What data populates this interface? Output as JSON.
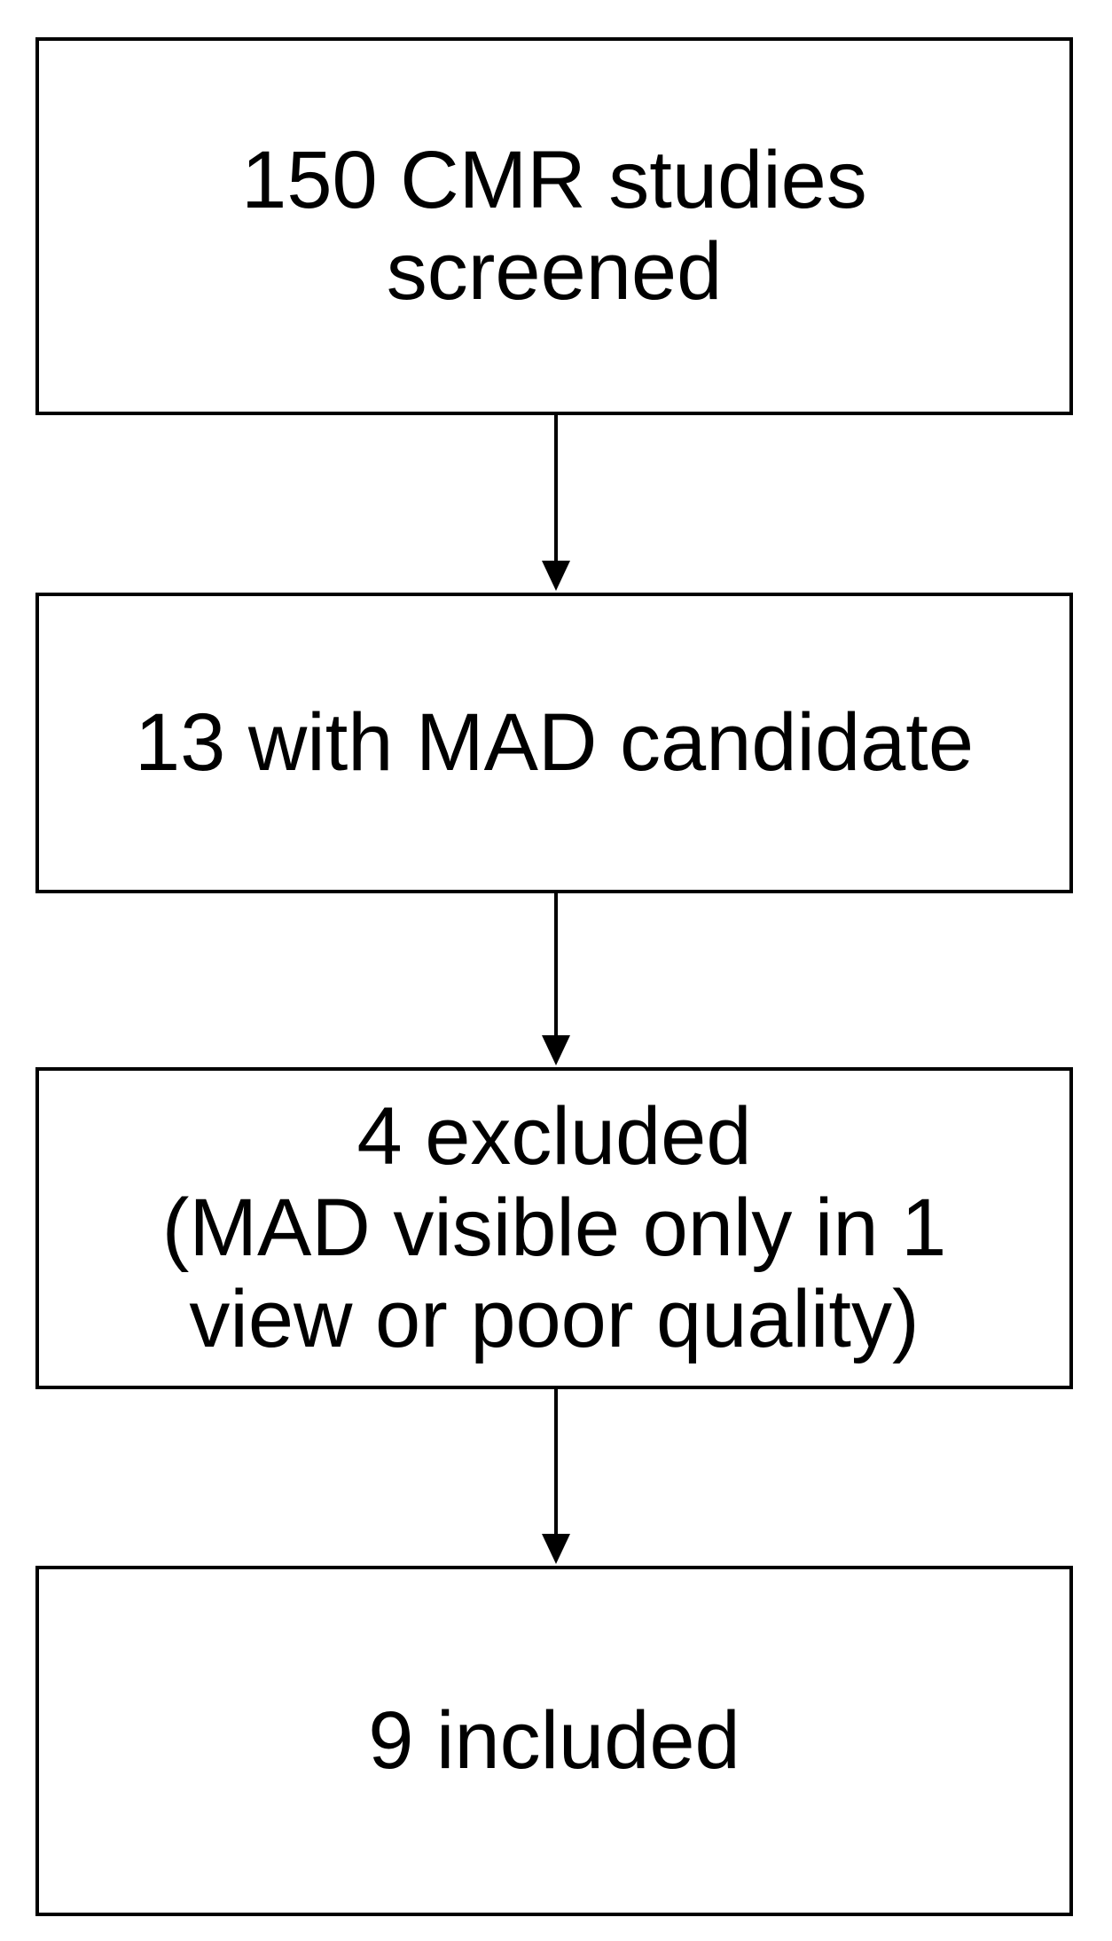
{
  "flowchart": {
    "steps": [
      {
        "lines": [
          "150 CMR studies",
          "screened"
        ]
      },
      {
        "lines": [
          "13 with MAD candidate"
        ]
      },
      {
        "lines": [
          "4 excluded",
          "(MAD visible only in 1",
          "view or poor quality)"
        ]
      },
      {
        "lines": [
          "9 included"
        ]
      }
    ]
  },
  "colors": {
    "stroke": "#000000",
    "background": "#ffffff"
  }
}
